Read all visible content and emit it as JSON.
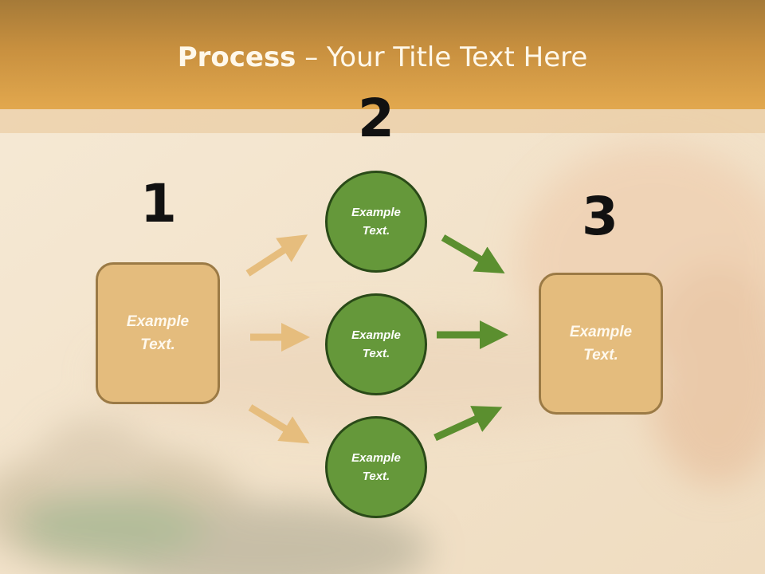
{
  "header": {
    "title_bold": "Process",
    "title_rest": " – Your Title Text Here"
  },
  "steps": [
    {
      "number": "1"
    },
    {
      "number": "2"
    },
    {
      "number": "3"
    }
  ],
  "boxes": [
    {
      "label": "Example\nText."
    },
    {
      "label": "Example\nText."
    }
  ],
  "circles": [
    {
      "label": "Example\nText."
    },
    {
      "label": "Example\nText."
    },
    {
      "label": "Example\nText."
    }
  ],
  "colors": {
    "header": "#d9a24d",
    "box_fill": "#e4bc7d",
    "circle_fill": "#65983a",
    "arrow_tan": "#e6bd7d",
    "arrow_green": "#5b8f2f"
  }
}
